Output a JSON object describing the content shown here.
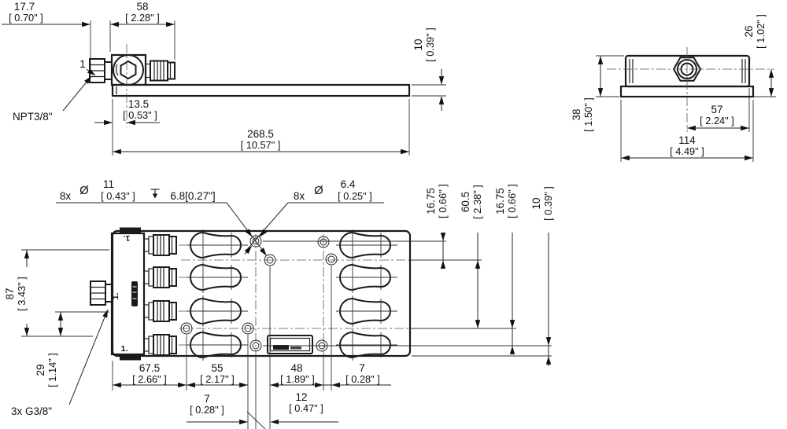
{
  "side_view": {
    "port_marker": "1",
    "port_thread_label": "NPT3/8\"",
    "dim_flats": {
      "mm": "17.7",
      "in": "[ 0.70\" ]"
    },
    "dim_fitting_length": {
      "mm": "58",
      "in": "[ 2.28\" ]"
    },
    "dim_port_offset": {
      "mm": "13.5",
      "in": "[ 0.53\" ]"
    },
    "dim_overall_length": {
      "mm": "268.5",
      "in": "[ 10.57\" ]"
    },
    "dim_plate_thickness": {
      "mm": "10",
      "in": "[ 0.39\" ]"
    }
  },
  "end_view": {
    "dim_port_height": {
      "mm": "26",
      "in": "[ 1.02\" ]"
    },
    "dim_overall_height": {
      "mm": "38",
      "in": "[ 1.50\" ]"
    },
    "dim_port_to_edge": {
      "mm": "57",
      "in": "[ 2.24\" ]"
    },
    "dim_overall_width": {
      "mm": "114",
      "in": "[ 4.49\" ]"
    }
  },
  "plan_view": {
    "counterbore_callout": {
      "qty": "8x",
      "dia_symbol": "Ø",
      "dia_mm": "11",
      "dia_in": "[ 0.43\" ]",
      "depth": "6.8[0.27\"]"
    },
    "through_callout": {
      "qty": "8x",
      "dia_symbol": "Ø",
      "dia_mm": "6.4",
      "dia_in": "[ 0.25\" ]"
    },
    "thread_label": "3x G3/8\"",
    "plate_markers": {
      "top": "1.",
      "middle": "1.",
      "bottom": "1."
    },
    "dims_bottom": {
      "d1": {
        "mm": "67.5",
        "in": "[ 2.66\" ]"
      },
      "d2": {
        "mm": "55",
        "in": "[ 2.17\" ]"
      },
      "d3": {
        "mm": "48",
        "in": "[ 1.89\" ]"
      },
      "d4": {
        "mm": "7",
        "in": "[ 0.28\" ]"
      },
      "d5": {
        "mm": "7",
        "in": "[ 0.28\" ]"
      },
      "d6": {
        "mm": "12",
        "in": "[ 0.47\" ]"
      }
    },
    "dims_right": {
      "d1": {
        "mm": "16.75",
        "in": "[ 0.66\" ]"
      },
      "d2": {
        "mm": "60.5",
        "in": "[ 2.38\" ]"
      },
      "d3": {
        "mm": "16.75",
        "in": "[ 0.66\" ]"
      },
      "d4": {
        "mm": "10",
        "in": "[ 0.39\" ]"
      }
    },
    "dims_left": {
      "d1": {
        "mm": "87",
        "in": "[ 3.43\" ]"
      },
      "d2": {
        "mm": "29",
        "in": "[ 1.14\" ]"
      }
    }
  }
}
